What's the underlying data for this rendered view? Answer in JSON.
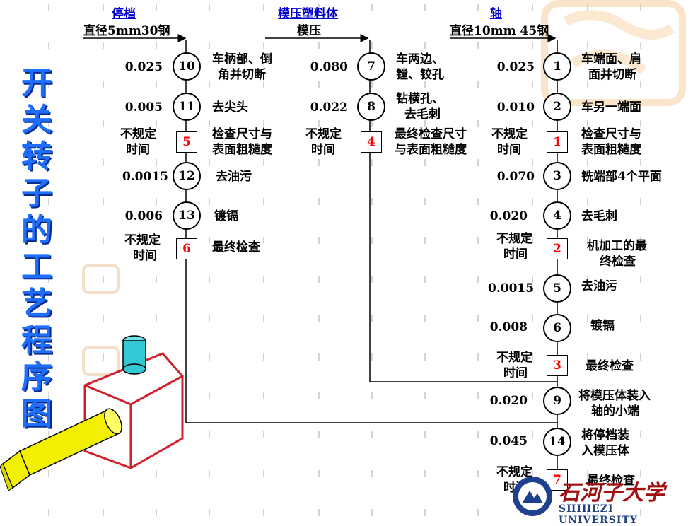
{
  "title": "开关转子的工艺程序图",
  "columns": {
    "stop": {
      "header": "停档",
      "material": "直径5mm30钢"
    },
    "mold": {
      "header": "模压塑料体",
      "material": "模压"
    },
    "shaft": {
      "header": "轴",
      "material": "直径10mm 45钢"
    }
  },
  "stop_steps": [
    {
      "time": "0.025",
      "no": "10",
      "desc1": "车柄部、倒",
      "desc2": "角并切断"
    },
    {
      "time": "0.005",
      "no": "11",
      "desc1": "去尖头"
    },
    {
      "time1": "不规定",
      "time2": "时间",
      "no": "5",
      "desc1": "检查尺寸与",
      "desc2": "表面粗糙度"
    },
    {
      "time": "0.0015",
      "no": "12",
      "desc1": "去油污"
    },
    {
      "time": "0.006",
      "no": "13",
      "desc1": "镀镉"
    },
    {
      "time1": "不规定",
      "time2": "时间",
      "no": "6",
      "desc1": "最终检查"
    }
  ],
  "mold_steps": [
    {
      "time": "0.080",
      "no": "7",
      "desc1": "车两边、",
      "desc2": "镗、铰孔"
    },
    {
      "time": "0.022",
      "no": "8",
      "desc1": "钻横孔、",
      "desc2": "去毛刺"
    },
    {
      "time1": "不规定",
      "time2": "时间",
      "no": "4",
      "desc1": "最终检查尺寸",
      "desc2": "与表面粗糙度"
    }
  ],
  "shaft_steps": [
    {
      "time": "0.025",
      "no": "1",
      "desc1": "车端面、肩",
      "desc2": "面并切断"
    },
    {
      "time": "0.010",
      "no": "2",
      "desc1": "车另一端面"
    },
    {
      "time1": "不规定",
      "time2": "时间",
      "no": "1",
      "desc1": "检查尺寸与",
      "desc2": "表面粗糙度"
    },
    {
      "time": "0.070",
      "no": "3",
      "desc1": "铣端部4个平面"
    },
    {
      "time": "0.020",
      "no": "4",
      "desc1": "去毛刺"
    },
    {
      "time1": "不规定",
      "time2": "时间",
      "no": "2",
      "desc1": "机加工的最",
      "desc2": "终检查"
    },
    {
      "time": "0.0015",
      "no": "5",
      "desc1": "去油污"
    },
    {
      "time": "0.008",
      "no": "6",
      "desc1": "镀镉"
    },
    {
      "time1": "不规定",
      "time2": "时间",
      "no": "3",
      "desc1": "最终检查"
    },
    {
      "time": "0.020",
      "no": "9",
      "desc1": "将模压体装入",
      "desc2": "轴的小端"
    },
    {
      "time": "0.045",
      "no": "14",
      "desc1": "将停档装",
      "desc2": "入模压体"
    },
    {
      "time1": "不规定",
      "time2": "时间",
      "no": "7",
      "desc1": "最终检查"
    }
  ],
  "logo": {
    "name_cn": "石河子大学",
    "name_en": "SHIHEZI UNIVERSITY"
  }
}
